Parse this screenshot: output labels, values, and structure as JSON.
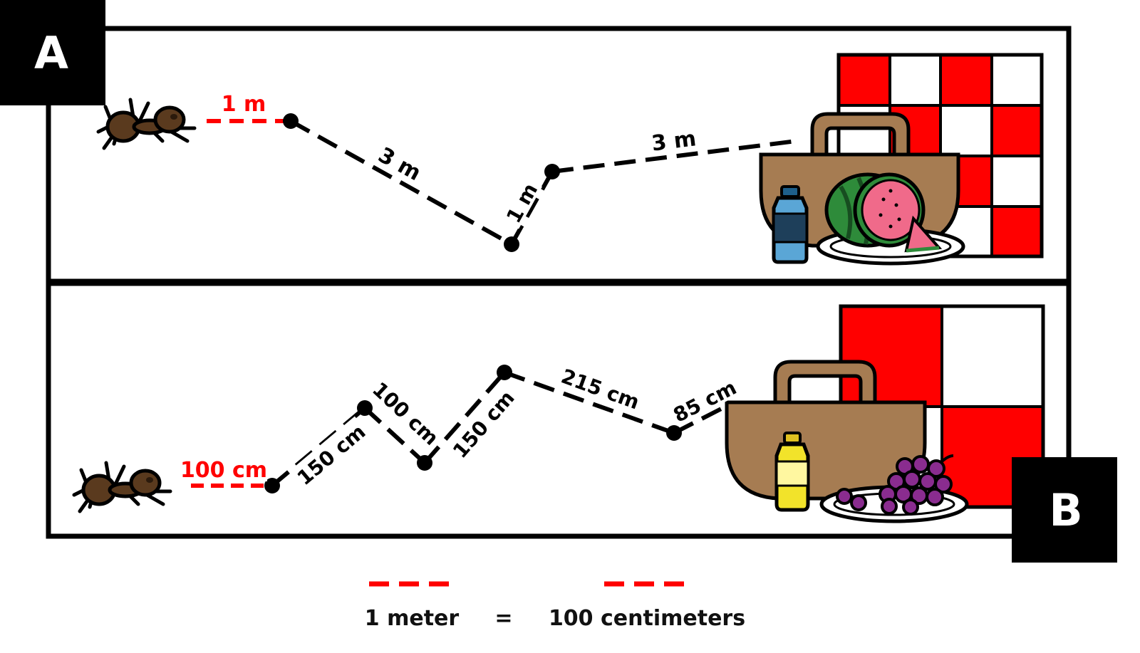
{
  "panels": [
    {
      "letter": "A",
      "segments": [
        {
          "label": "1 m",
          "highlight": true
        },
        {
          "label": "3 m",
          "highlight": false
        },
        {
          "label": "1 m",
          "highlight": false
        },
        {
          "label": "3 m",
          "highlight": false
        }
      ],
      "food": [
        "basket-icon",
        "water-bottle-icon",
        "watermelon-icon",
        "plate-icon",
        "checkered-tablecloth-icon"
      ]
    },
    {
      "letter": "B",
      "segments": [
        {
          "label": "100 cm",
          "highlight": true
        },
        {
          "label": "150 cm",
          "highlight": false
        },
        {
          "label": "100 cm",
          "highlight": false
        },
        {
          "label": "150 cm",
          "highlight": false
        },
        {
          "label": "215 cm",
          "highlight": false
        },
        {
          "label": "85 cm",
          "highlight": false
        }
      ],
      "food": [
        "basket-icon",
        "oil-bottle-icon",
        "grapes-icon",
        "plate-icon",
        "checkered-tablecloth-icon"
      ]
    }
  ],
  "legend": {
    "left_label": "1 meter",
    "equals": "=",
    "right_label": "100 centimeters"
  },
  "colors": {
    "highlight": "#ff0000",
    "path": "#000000",
    "basket": "#a67c52",
    "cloth_red": "#ff0000",
    "watermelon_rind": "#2e8b3a",
    "watermelon_flesh": "#f06a8a",
    "water_bottle": "#5aa6d6",
    "oil": "#f2e32a",
    "grapes": "#8a2c8f",
    "ant": "#5a3a1e"
  }
}
